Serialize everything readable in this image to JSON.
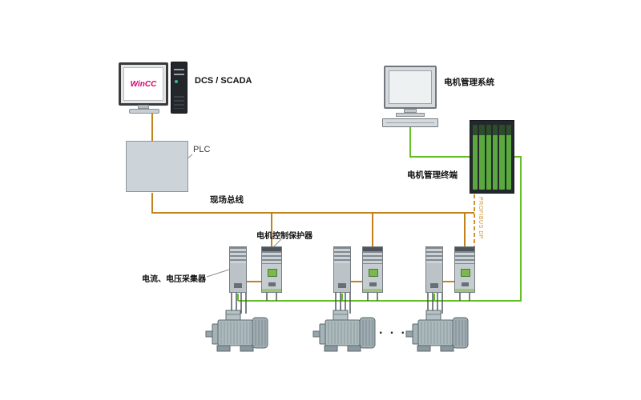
{
  "colors": {
    "bus_orange": "#c2821c",
    "bus_dashed": "#cf9432",
    "network_green": "#63bf28",
    "wincc_magenta": "#d4006a"
  },
  "nodes": {
    "scada": {
      "label": "DCS / SCADA",
      "screen_text": "WinCC"
    },
    "plc": {
      "label": "PLC"
    },
    "fieldbus": {
      "label": "现场总线"
    },
    "management_system": {
      "label": "电机管理系统"
    },
    "management_terminal": {
      "label": "电机管理终端"
    },
    "protector": {
      "label": "电机控制保护器"
    },
    "collector": {
      "label": "电流、电压采集器"
    },
    "bus_link": {
      "label": "PROFIBUS DP"
    },
    "ellipsis": "· · ·"
  }
}
